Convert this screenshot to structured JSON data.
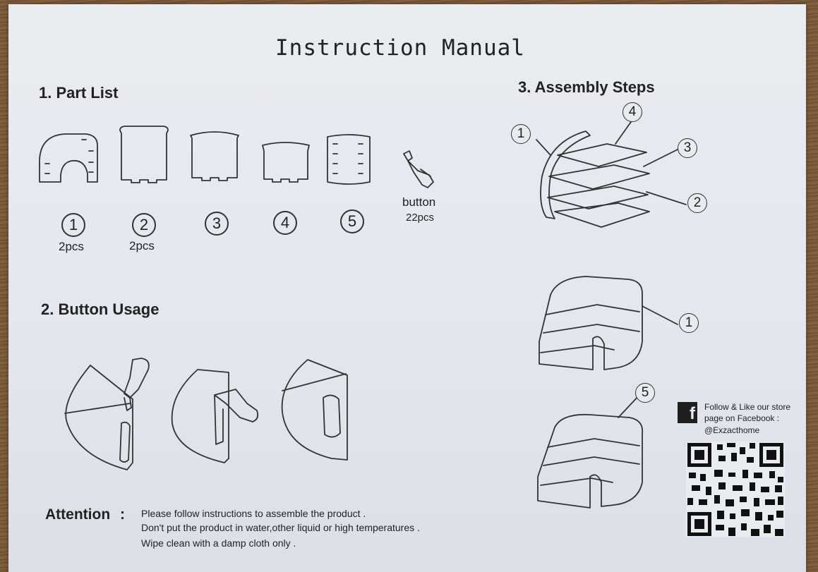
{
  "document": {
    "title": "Instruction Manual",
    "sections": {
      "part_list": {
        "heading": "1. Part List",
        "parts": [
          {
            "number": "1",
            "qty": "2pcs"
          },
          {
            "number": "2",
            "qty": "2pcs"
          },
          {
            "number": "3",
            "qty": ""
          },
          {
            "number": "4",
            "qty": ""
          },
          {
            "number": "5",
            "qty": ""
          }
        ],
        "button_label": "button",
        "button_qty": "22pcs"
      },
      "button_usage": {
        "heading": "2. Button Usage"
      },
      "assembly": {
        "heading": "3. Assembly Steps",
        "callouts_top": [
          "1",
          "4",
          "3",
          "2"
        ],
        "callout_mid": "1",
        "callout_bottom": "5"
      }
    },
    "attention": {
      "label": "Attention",
      "colon": ":",
      "lines": [
        "Please follow instructions to assemble the product .",
        "Don't put the product in water,other liquid or high temperatures .",
        "Wipe clean with a damp cloth only ."
      ]
    },
    "facebook": {
      "icon": "facebook-icon",
      "lines": [
        "Follow & Like our store",
        "page on Facebook :",
        "@Exzacthome"
      ]
    }
  }
}
